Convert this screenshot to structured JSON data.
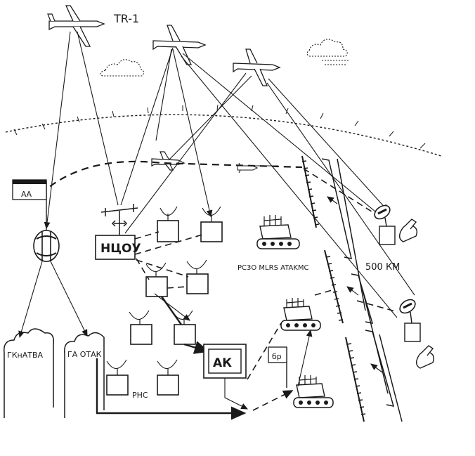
{
  "labels": {
    "aircraft_top": "TR-1",
    "cmd_center": "НЦОУ",
    "ak_box": "АК",
    "launcher_caption": "PC3O MLRS ATAKMC",
    "range": "500 КМ",
    "rns": "PHC",
    "flag_left": "АА",
    "flag_right": "бр",
    "cloud_left": "ГКнАТВА",
    "cloud_mid": "ГА ОТАК"
  }
}
